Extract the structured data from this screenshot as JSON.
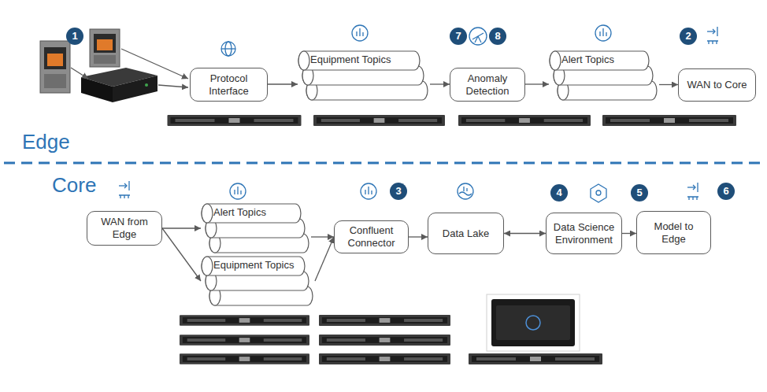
{
  "diagram": {
    "nodes": [
      {
        "text": [
          "Protocol Interface"
        ]
      },
      {
        "text": [
          "Equipment Topics"
        ]
      },
      {
        "text": [
          "Anomaly Detection"
        ]
      },
      {
        "text": [
          "Alert Topics"
        ]
      },
      {
        "text": [
          "WAN to Core"
        ]
      },
      {
        "text": [
          "WAN from Edge"
        ]
      },
      {
        "text": [
          "Alert Topics"
        ]
      },
      {
        "text": [
          "Equipment Topics"
        ]
      },
      {
        "text": [
          "Confluent Connector"
        ]
      },
      {
        "text": [
          "Data Lake"
        ]
      },
      {
        "text": [
          "Data Science Environment"
        ]
      },
      {
        "text": [
          "Model to Edge"
        ]
      }
    ],
    "edges": [
      {
        "from": 0,
        "to": 1,
        "arrow": "to"
      },
      {
        "from": 1,
        "to": 2,
        "arrow": "to"
      },
      {
        "from": 2,
        "to": 3,
        "arrow": "to"
      },
      {
        "from": 3,
        "to": 4,
        "arrow": "to"
      },
      {
        "from": 5,
        "to": 6,
        "arrow": "to"
      },
      {
        "from": 5,
        "to": 7,
        "arrow": "to"
      },
      {
        "from": 6,
        "to": 8,
        "arrow": "to"
      },
      {
        "from": 7,
        "to": 8,
        "arrow": "to"
      },
      {
        "from": 8,
        "to": 9,
        "arrow": "to"
      },
      {
        "from": 9,
        "to": 10,
        "arrow": "both"
      },
      {
        "from": 10,
        "to": 11,
        "arrow": "to"
      }
    ],
    "labels": [
      "1",
      "7",
      "8",
      "2",
      "Edge",
      "Core",
      "3",
      "4",
      "5",
      "6"
    ]
  }
}
